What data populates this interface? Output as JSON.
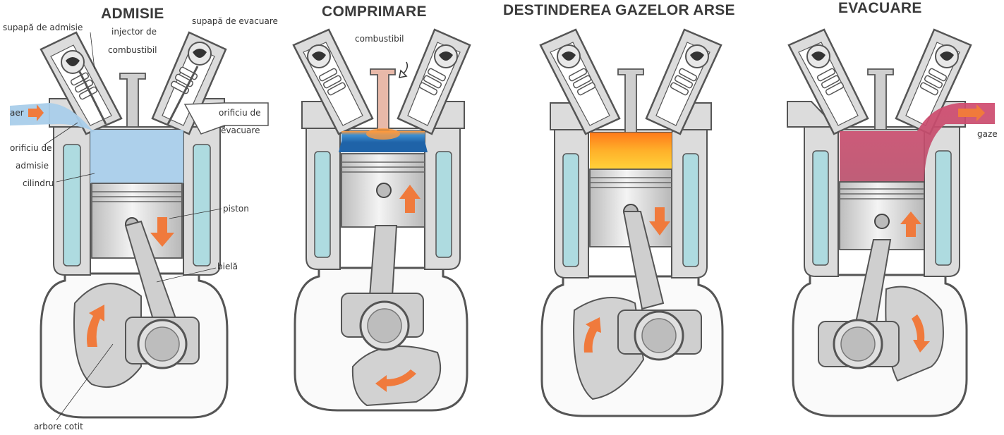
{
  "titles": {
    "admisie": "ADMISIE",
    "comprimare": "COMPRIMARE",
    "destinderea": "DESTINDEREA GAZELOR ARSE",
    "evacuare": "EVACUARE"
  },
  "labels": {
    "supapa_admisie": "supapă de admisie",
    "injector_line1": "injector de",
    "injector_line2": "combustibil",
    "supapa_evacuare": "supapă de evacuare",
    "aer": "aer",
    "orificiu_evacuare_line1": "orificiu de",
    "orificiu_evacuare_line2": "evacuare",
    "orificiu_admisie_line1": "orificiu de",
    "orificiu_admisie_line2": "admisie",
    "cilindru": "cilindru",
    "piston": "piston",
    "biela": "bielă",
    "arbore_cotit": "arbore cotit",
    "combustibil": "combustibil",
    "gaze": "gaze"
  },
  "colors": {
    "engine_fill": "#dcdcdc",
    "engine_stroke": "#555555",
    "coolant": "#aedbe0",
    "intake_air": "#a9cdea",
    "compression_blue": "#2a7fc4",
    "combustion_orange": "#ffb020",
    "exhaust_gas": "#c8476a",
    "arrow_orange": "#f07a3c"
  }
}
